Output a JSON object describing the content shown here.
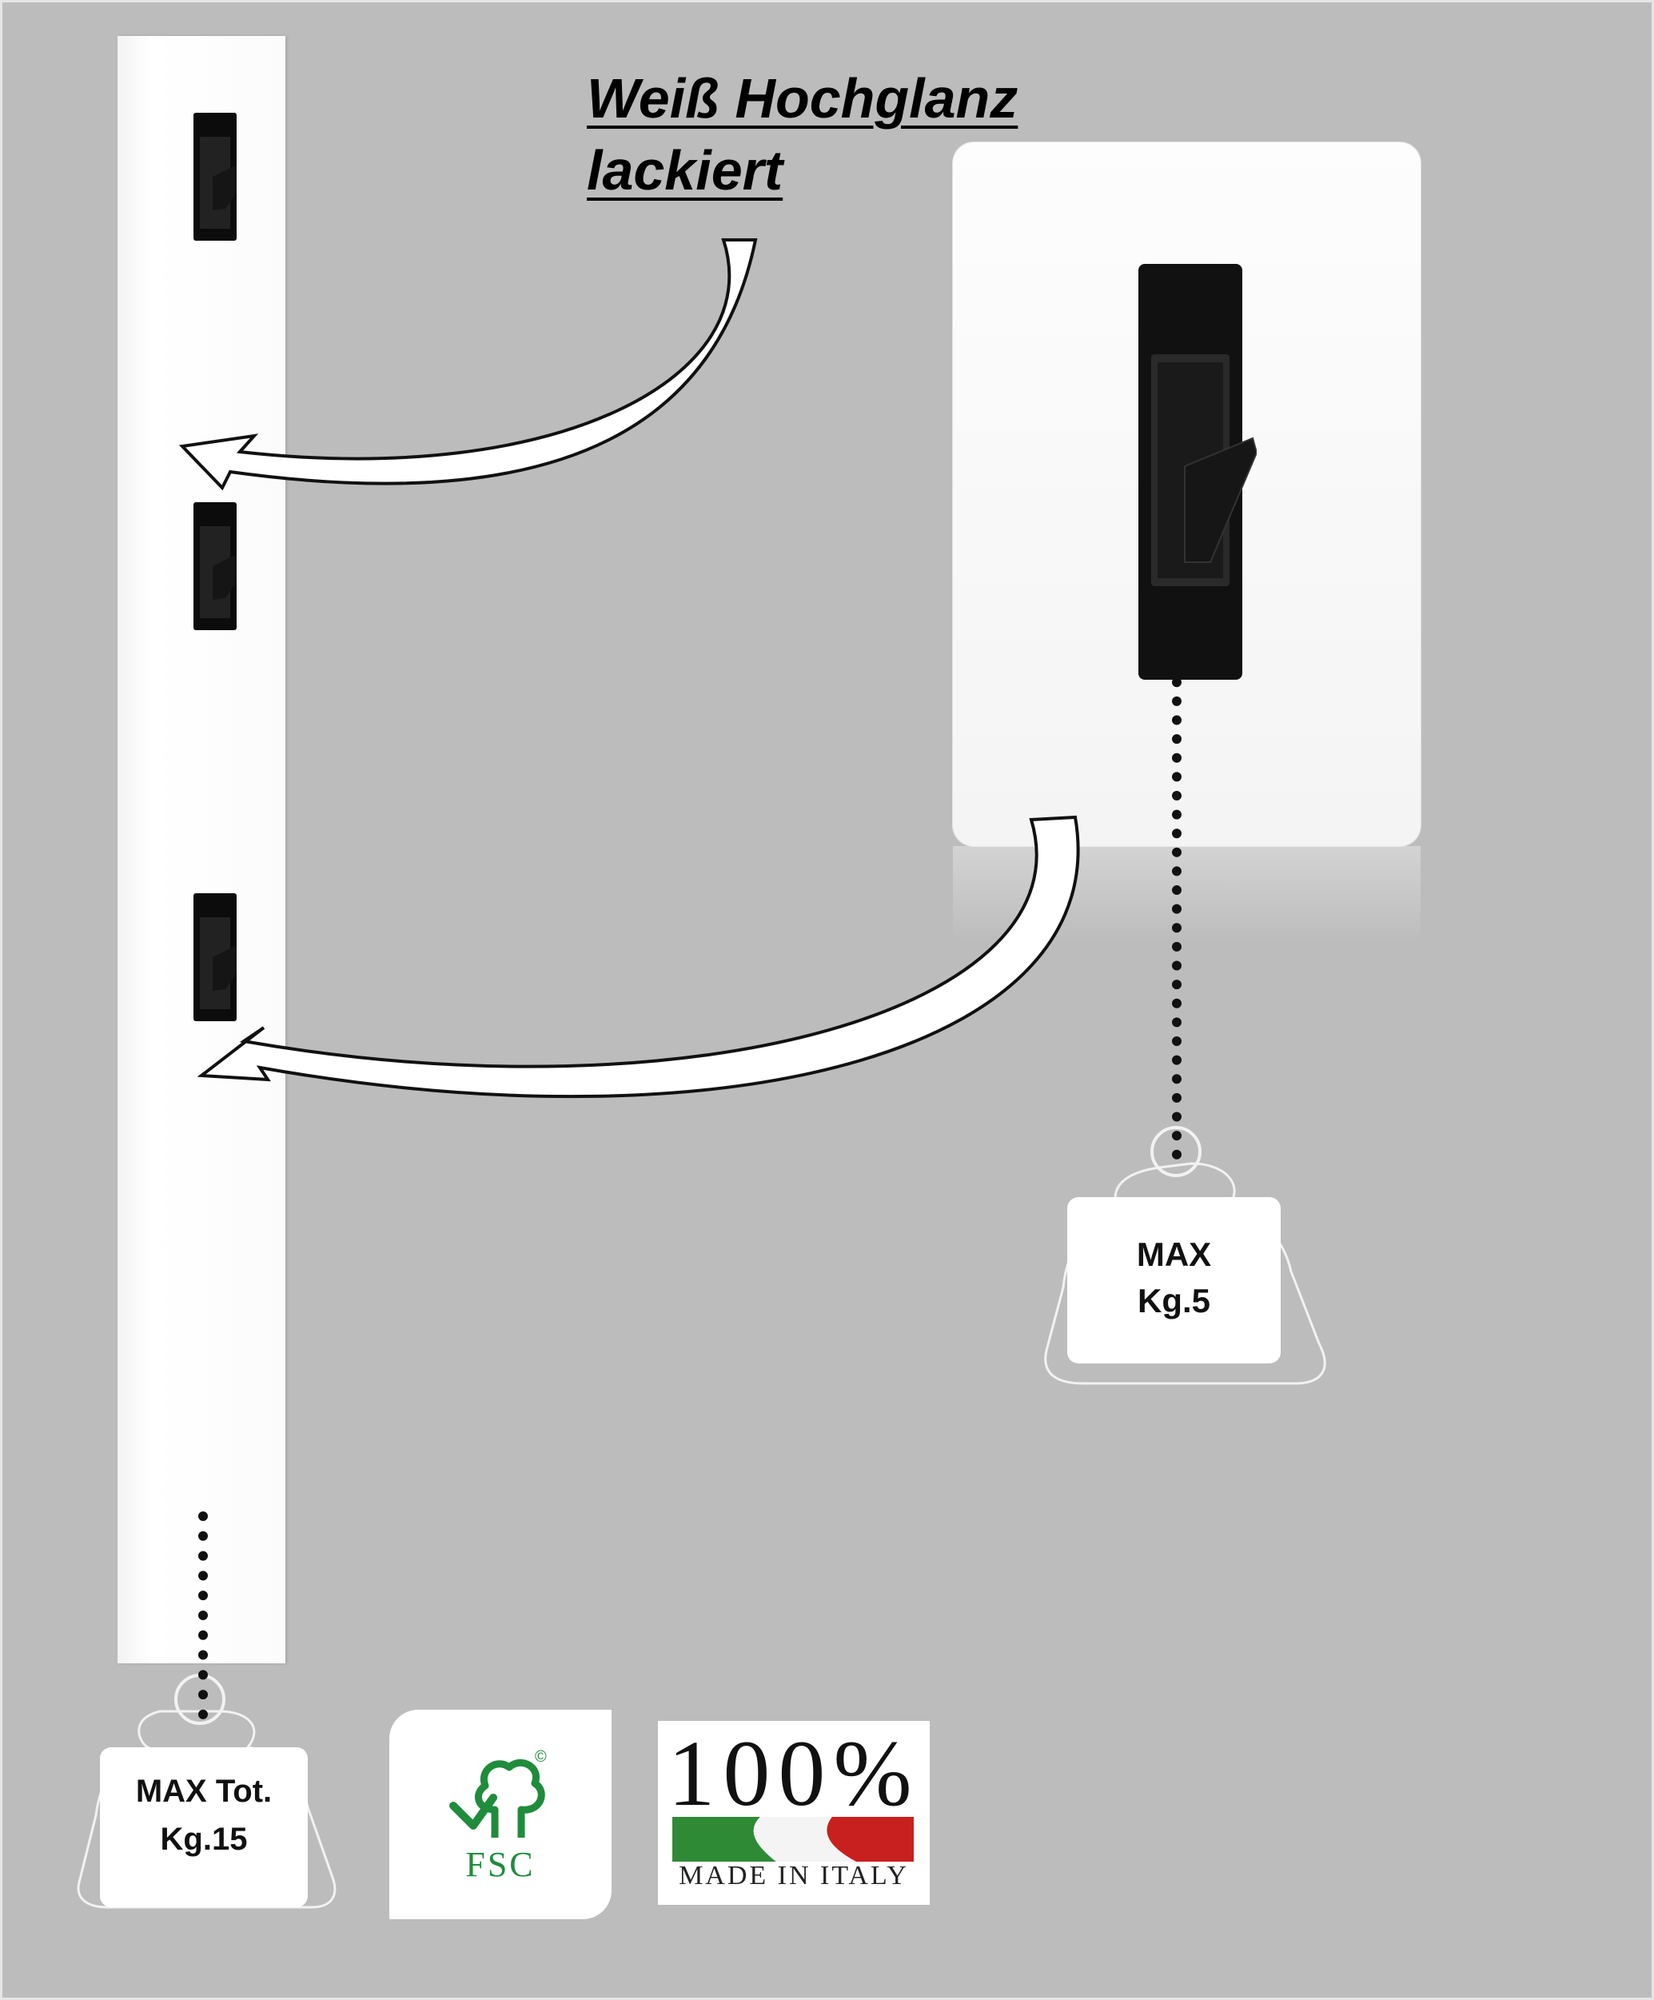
{
  "title": {
    "line1": "Weiß Hochglanz",
    "line2": "lackiert"
  },
  "weight_small": {
    "line1": "MAX",
    "line2": "Kg.5"
  },
  "weight_total": {
    "line1": "MAX Tot.",
    "line2": "Kg.15"
  },
  "fsc_logo": {
    "label": "FSC",
    "mark": "©"
  },
  "italy_badge": {
    "percent": "100%",
    "label": "MADE IN ITALY",
    "flag_colors": [
      "#2f8a35",
      "#ffffff",
      "#c8201e"
    ]
  },
  "icons": [
    "tree-icon",
    "hook-icon",
    "weight-icon",
    "arrow-icon"
  ]
}
